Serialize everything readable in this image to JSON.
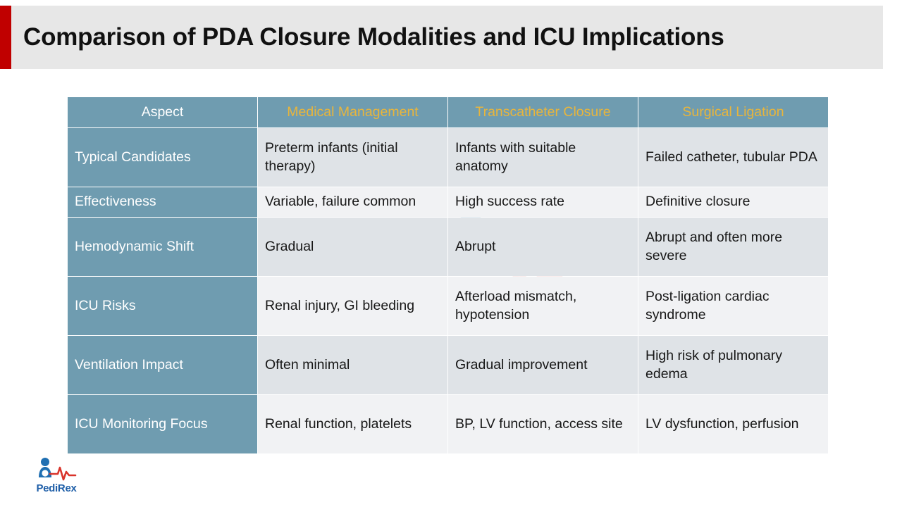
{
  "slide": {
    "title": "Comparison of PDA Closure Modalities and ICU Implications",
    "accent_color": "#c00000",
    "title_band_color": "#e7e7e7"
  },
  "table": {
    "header_bg": "#6f9cb0",
    "header_aspect_color": "#ffffff",
    "header_modality_color": "#e8b53c",
    "row_band_dark": "#dfe3e7",
    "row_band_light": "#f1f2f4",
    "columns": [
      "Aspect",
      "Medical Management",
      "Transcatheter Closure",
      "Surgical Ligation"
    ],
    "rows": [
      {
        "aspect": "Typical Candidates",
        "medical": "Preterm infants (initial therapy)",
        "transcatheter": "Infants with suitable anatomy",
        "surgical": "Failed catheter, tubular PDA"
      },
      {
        "aspect": "Effectiveness",
        "medical": "Variable, failure common",
        "transcatheter": "High success rate",
        "surgical": "Definitive closure"
      },
      {
        "aspect": "Hemodynamic Shift",
        "medical": "Gradual",
        "transcatheter": "Abrupt",
        "surgical": "Abrupt and often more severe"
      },
      {
        "aspect": "ICU Risks",
        "medical": "Renal injury, GI bleeding",
        "transcatheter": "Afterload mismatch, hypotension",
        "surgical": "Post-ligation cardiac syndrome"
      },
      {
        "aspect": "Ventilation Impact",
        "medical": "Often minimal",
        "transcatheter": "Gradual improvement",
        "surgical": "High risk of pulmonary edema"
      },
      {
        "aspect": "ICU Monitoring Focus",
        "medical": "Renal function, platelets",
        "transcatheter": "BP, LV function, access site",
        "surgical": "LV dysfunction, perfusion"
      }
    ]
  },
  "logo": {
    "name": "PediRex",
    "figure_color": "#1f6fb2",
    "pulse_color": "#d9342b",
    "text_color": "#1f5fa8"
  }
}
